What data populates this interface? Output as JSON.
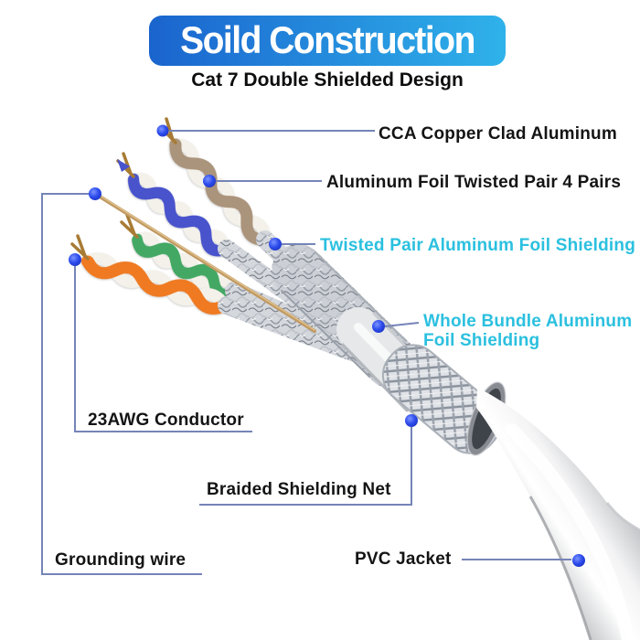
{
  "header": {
    "title": "Soild Construction",
    "subtitle": "Cat 7 Double Shielded Design"
  },
  "callouts": {
    "cca": "CCA Copper Clad Aluminum",
    "aluminum_foil_twisted_pair": "Aluminum Foil Twisted Pair 4 Pairs",
    "twisted_pair_foil_shielding": "Twisted Pair Aluminum Foil Shielding",
    "whole_bundle_line1": "Whole Bundle Aluminum",
    "whole_bundle_line2": "Foil Shielding",
    "conductor_23awg": "23AWG Conductor",
    "braided_shielding_net": "Braided Shielding Net",
    "grounding_wire": "Grounding wire",
    "pvc_jacket": "PVC Jacket"
  },
  "colors": {
    "banner_gradient_left": "#1a64ce",
    "banner_gradient_right": "#2fb2ea",
    "banner_text": "#ffffff",
    "subtitle_text": "#0d0d0d",
    "label_text": "#141414",
    "highlight_label_text": "#2bc0df",
    "leader_line": "#7584b8",
    "marker_dot": "#2c4bec",
    "pair_tan": "#ab947c",
    "pair_blue": "#4853cc",
    "pair_green": "#43a863",
    "pair_orange": "#ef7a22",
    "pair_white": "#f4f1ea",
    "copper_wire": "#a87b35",
    "grounding_wire_color": "#c09a62",
    "foil_silver": "#ccd0d6",
    "jacket_white": "#f4f4f5"
  }
}
